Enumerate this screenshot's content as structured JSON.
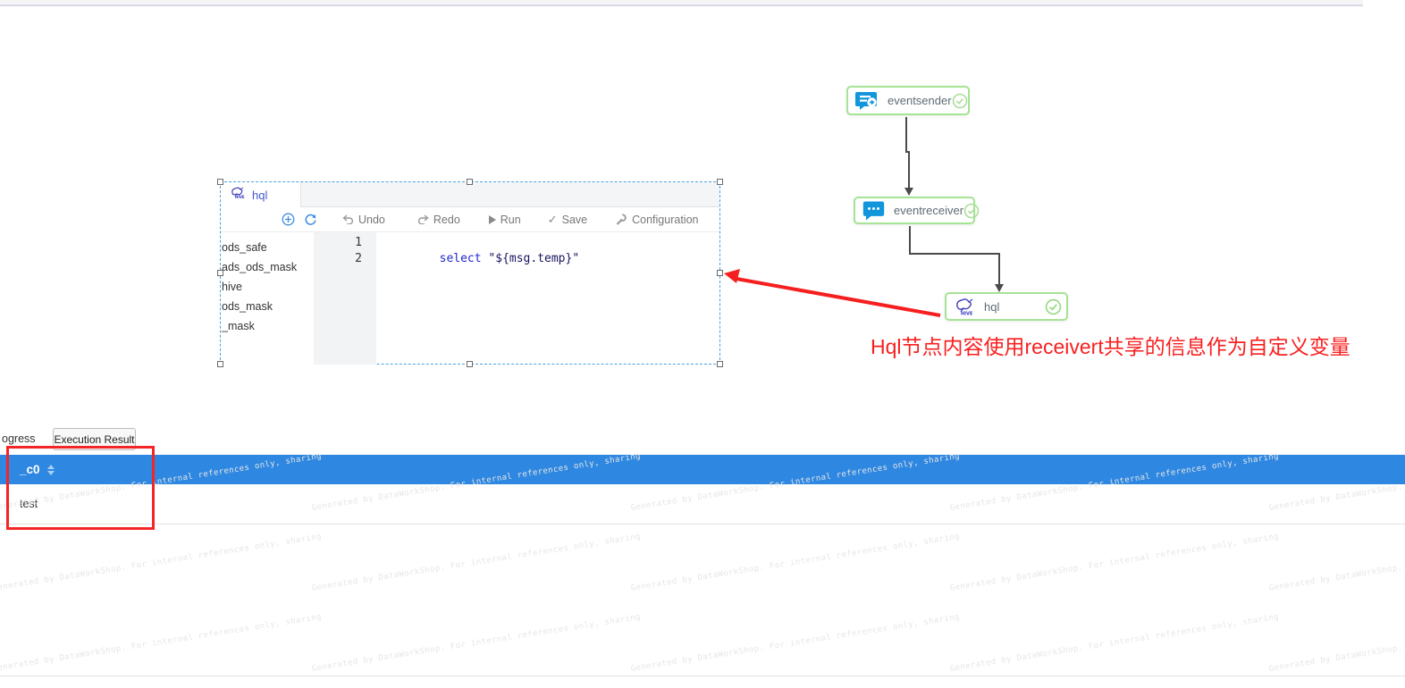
{
  "app": {
    "watermark_text": "Generated by DataWorkShop. For internal references only, sharing"
  },
  "editor_panel": {
    "tab": {
      "label": "hql",
      "icon": "hive-icon"
    },
    "toolbar": {
      "undo": "Undo",
      "redo": "Redo",
      "run": "Run",
      "save": "Save",
      "configuration": "Configuration"
    },
    "sidebar_items": [
      "ods_safe",
      "ads_ods_mask",
      "hive",
      "ods_mask",
      "_mask"
    ],
    "line_numbers": [
      "1",
      "2"
    ],
    "code": {
      "keyword": "select",
      "rest": " \"${msg.temp}\""
    }
  },
  "flow": {
    "nodes": [
      {
        "label": "eventsender",
        "icon": "event-sender-icon",
        "status": "success"
      },
      {
        "label": "eventreceiver",
        "icon": "event-receiver-icon",
        "status": "success"
      },
      {
        "label": "hql",
        "icon": "hive-icon",
        "status": "success"
      }
    ]
  },
  "annotation": {
    "text": "Hql节点内容使用receivert共享的信息作为自定义变量"
  },
  "bottom_panel": {
    "tabs": [
      {
        "label": "ogress",
        "active": false
      },
      {
        "label": "Execution Result",
        "active": true
      }
    ],
    "table": {
      "header": "_c0",
      "rows": [
        "test"
      ]
    }
  },
  "colors": {
    "table_header_blue": "#2e87e1",
    "annotation_red": "#f91f1f",
    "highlight_box_red": "#f52525",
    "node_border_green": "#a5e395",
    "node_icon_blue": "#1296db",
    "keyword_blue": "#1f28cf",
    "string_navy": "#181460",
    "selection_dash_blue": "#4aa0e0",
    "watermark_gray": "#e6e6e6"
  }
}
